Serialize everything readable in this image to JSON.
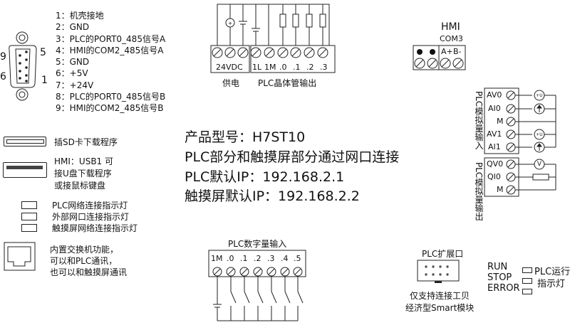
{
  "db9": {
    "left_labels": [
      "9",
      "6"
    ],
    "right_labels": [
      "5",
      "1"
    ],
    "pins": [
      "1：机壳接地",
      "2：GND",
      "3：PLC的PORT0_485信号A",
      "4：HMI的COM2_485信号A",
      "5：GND",
      "6：+5V",
      "7：+24V",
      "8：PLC的PORT0_485信号B",
      "9：HMI的COM2_485信号B"
    ]
  },
  "legend": {
    "sd": "插SD卡下载程序",
    "usb_line1": "HMI：USB1 可",
    "usb_line2": "接U盘下载程序",
    "usb_line3": "或接鼠标键盘",
    "led1": "PLC网络连接指示灯",
    "led2": "外部网口连接指示灯",
    "led3": "触摸屏网络连接指示灯",
    "eth_line1": "内置交换机功能，",
    "eth_line2": "可以和PLC通讯，",
    "eth_line3": "也可以和触摸屏通讯"
  },
  "center": {
    "line1": "产品型号：H7ST10",
    "line2": "PLC部分和触摸屏部分通过网口连接",
    "line3": "PLC默认IP：192.168.2.1",
    "line4": "触摸屏默认IP：192.168.2.2"
  },
  "top_terminal": {
    "left_label": "24VDC",
    "right_labels": [
      "1L",
      "1M",
      ".0",
      ".1",
      ".2",
      ".3"
    ],
    "caption_power": "供电",
    "caption_output": "PLC晶体管输出"
  },
  "hmi": {
    "title": "HMI",
    "port": "COM3",
    "labels": [
      "A+",
      "B-"
    ]
  },
  "analog": {
    "input_title": "PLC模拟量输入",
    "output_title": "PLC模拟量输出",
    "inputs": [
      "AV0",
      "AI0",
      "M",
      "AV1",
      "AI1"
    ],
    "outputs": [
      "QV0",
      "QI0",
      "M"
    ]
  },
  "digital_input": {
    "title": "PLC数字量输入",
    "labels": [
      "1M",
      ".0",
      ".1",
      ".2",
      ".3",
      ".4",
      ".5"
    ]
  },
  "expansion": {
    "title": "PLC扩展口",
    "line1": "仅支持连接工贝",
    "line2": "经济型Smart模块"
  },
  "status": {
    "labels": [
      "RUN",
      "STOP",
      "ERROR"
    ],
    "caption_line1": "PLC运行",
    "caption_line2": "指示灯"
  }
}
